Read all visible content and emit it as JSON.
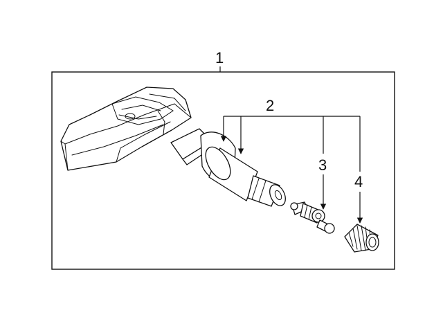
{
  "callouts": {
    "assembly": "1",
    "valve_stems": "2",
    "valve_core": "3",
    "valve_cap": "4"
  },
  "parts": {
    "sensor_icon": "tpms-sensor-icon",
    "stem_icon": "valve-stem-icon",
    "core_icon": "valve-core-icon",
    "cap_icon": "valve-cap-icon"
  },
  "colors": {
    "line": "#111111",
    "background": "#ffffff"
  }
}
